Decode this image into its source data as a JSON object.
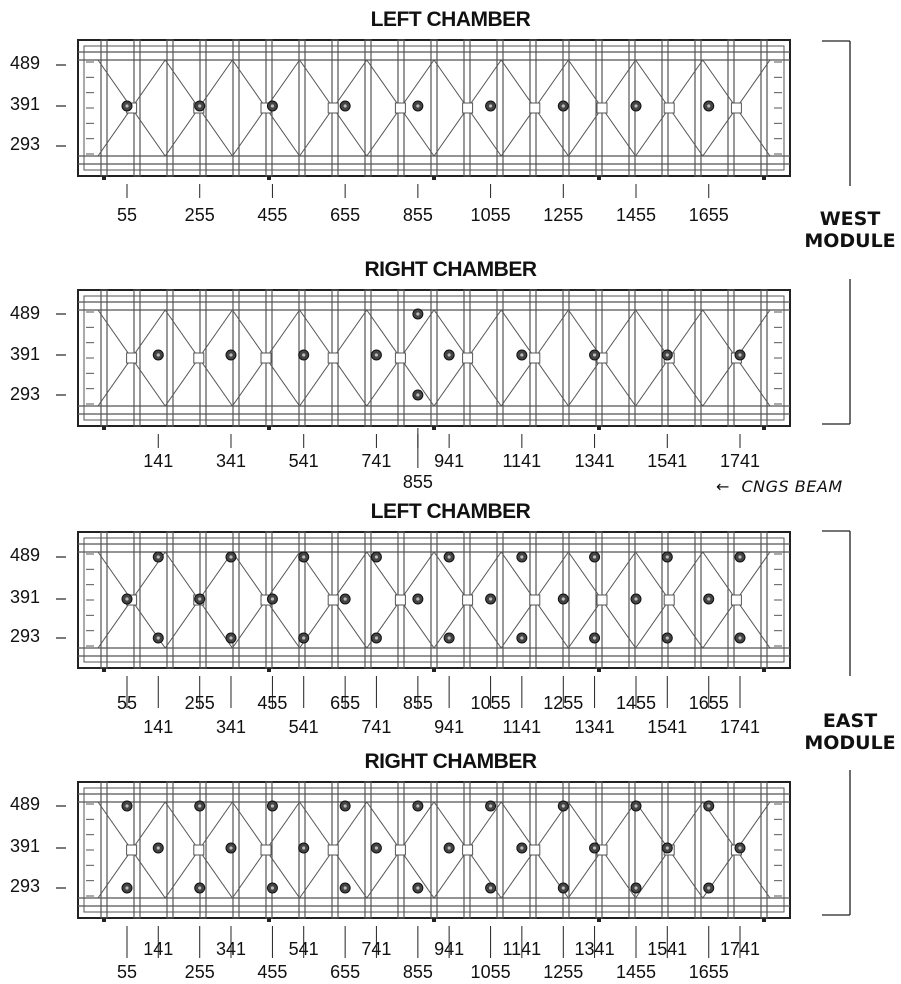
{
  "chambers": [
    {
      "title": "LEFT CHAMBER",
      "y_labels": [
        "489",
        "391",
        "293"
      ],
      "x_labels_row1": [
        "55",
        "255",
        "455",
        "655",
        "855",
        "1055",
        "1255",
        "1455",
        "1655"
      ],
      "x_labels_row2": []
    },
    {
      "title": "RIGHT CHAMBER",
      "y_labels": [
        "489",
        "391",
        "293"
      ],
      "x_labels_row1": [
        "141",
        "341",
        "541",
        "741",
        "941",
        "1141",
        "1341",
        "1541",
        "1741"
      ],
      "x_labels_row2": [
        "855"
      ]
    },
    {
      "title": "LEFT CHAMBER",
      "y_labels": [
        "489",
        "391",
        "293"
      ],
      "x_labels_row1": [
        "55",
        "255",
        "455",
        "655",
        "855",
        "1055",
        "1255",
        "1455",
        "1655"
      ],
      "x_labels_row2": [
        "141",
        "341",
        "541",
        "741",
        "941",
        "1141",
        "1341",
        "1541",
        "1741"
      ]
    },
    {
      "title": "RIGHT CHAMBER",
      "y_labels": [
        "489",
        "391",
        "293"
      ],
      "x_labels_row1": [
        "141",
        "341",
        "541",
        "741",
        "941",
        "1141",
        "1341",
        "1541",
        "1741"
      ],
      "x_labels_row2": [
        "55",
        "255",
        "455",
        "655",
        "855",
        "1055",
        "1255",
        "1455",
        "1655"
      ]
    }
  ],
  "modules": {
    "west": {
      "line1": "WEST",
      "line2": "MODULE"
    },
    "east": {
      "line1": "EAST",
      "line2": "MODULE"
    }
  },
  "beam": {
    "arrow": "←",
    "label": "CNGS BEAM"
  },
  "colors": {
    "structure": "#555555",
    "frame": "#222222",
    "marker": "#444444"
  }
}
